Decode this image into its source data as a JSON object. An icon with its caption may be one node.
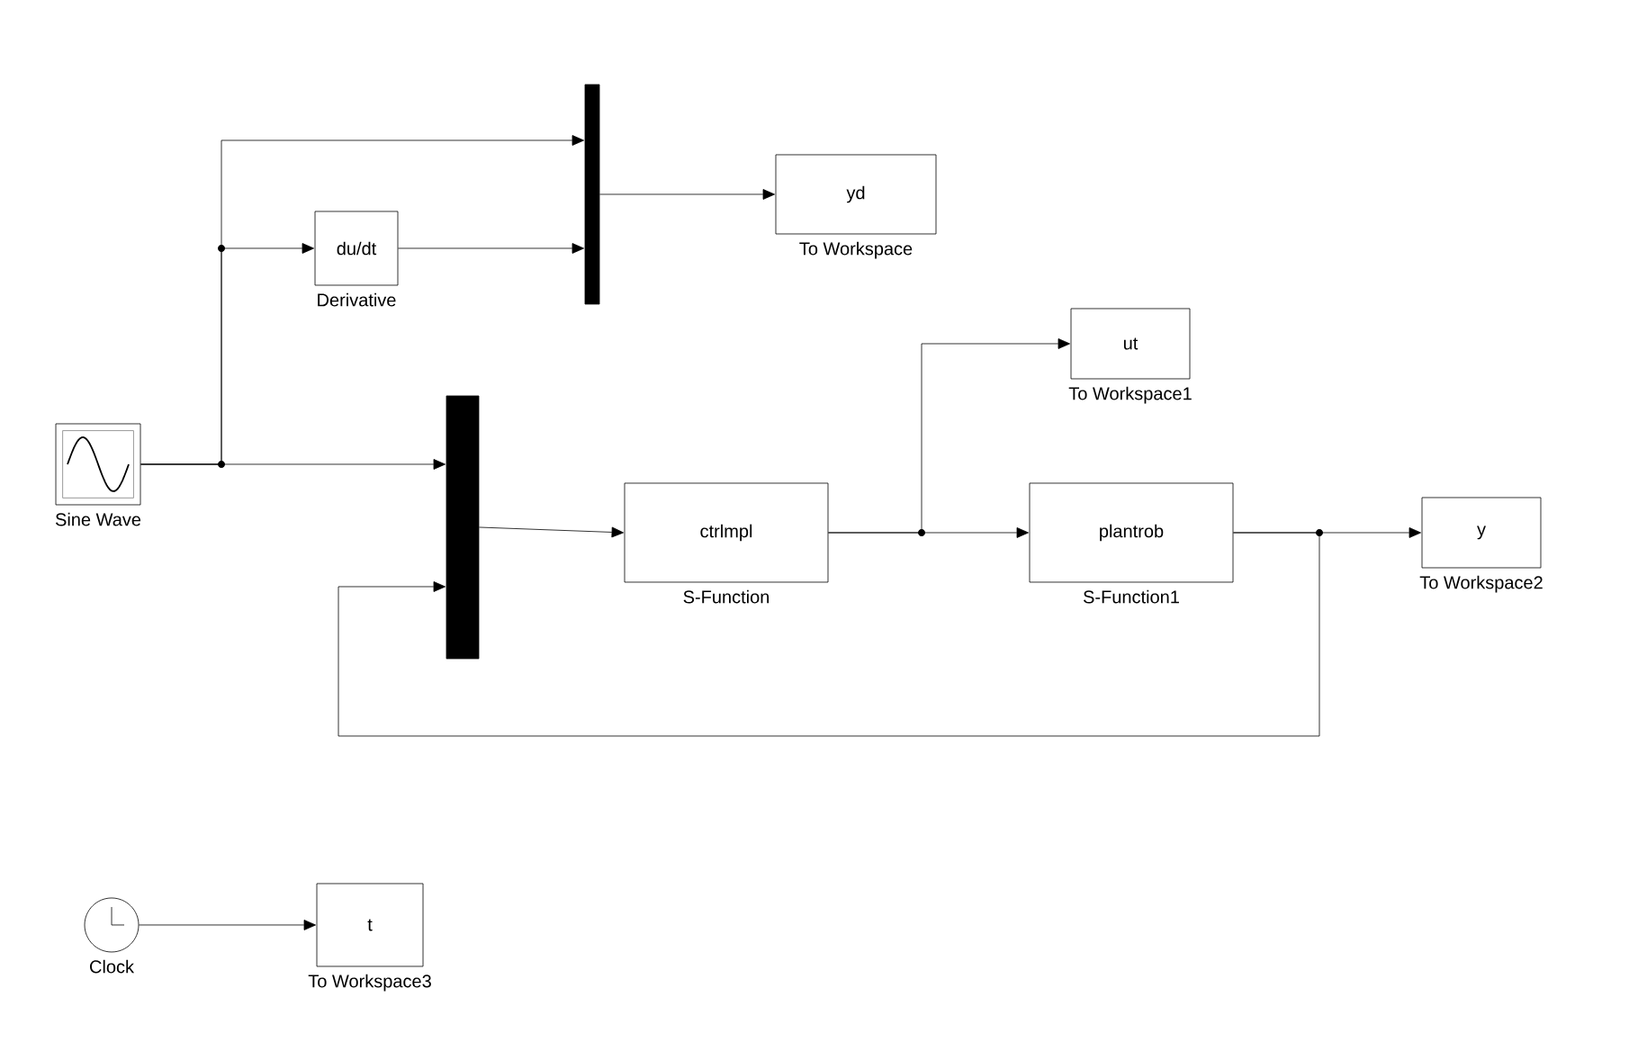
{
  "diagram": {
    "nodes": [
      {
        "text": [
          "Sine Wave"
        ]
      },
      {
        "text": [
          "du/dt",
          "Derivative"
        ]
      },
      {
        "text": [],
        "shape": "bar"
      },
      {
        "text": [
          "yd",
          "To Workspace"
        ]
      },
      {
        "text": [],
        "shape": "bar"
      },
      {
        "text": [
          "ctrlmpl",
          "S-Function"
        ]
      },
      {
        "text": [
          "ut",
          "To Workspace1"
        ]
      },
      {
        "text": [
          "plantrob",
          "S-Function1"
        ]
      },
      {
        "text": [
          "y",
          "To Workspace2"
        ]
      },
      {
        "text": [
          "Clock"
        ]
      },
      {
        "text": [
          "t",
          "To Workspace3"
        ]
      }
    ],
    "edges": [
      {
        "from": 0,
        "to": 2,
        "arrow": "to"
      },
      {
        "from": 0,
        "to": 1,
        "arrow": "to"
      },
      {
        "from": 1,
        "to": 2,
        "arrow": "to"
      },
      {
        "from": 2,
        "to": 3,
        "arrow": "to"
      },
      {
        "from": 0,
        "to": 4,
        "arrow": "to"
      },
      {
        "from": 4,
        "to": 5,
        "arrow": "to"
      },
      {
        "from": 5,
        "to": 6,
        "arrow": "to"
      },
      {
        "from": 5,
        "to": 7,
        "arrow": "to"
      },
      {
        "from": 7,
        "to": 8,
        "arrow": "to"
      },
      {
        "from": 7,
        "to": 4,
        "arrow": "to"
      },
      {
        "from": 9,
        "to": 10,
        "arrow": "to"
      }
    ]
  }
}
